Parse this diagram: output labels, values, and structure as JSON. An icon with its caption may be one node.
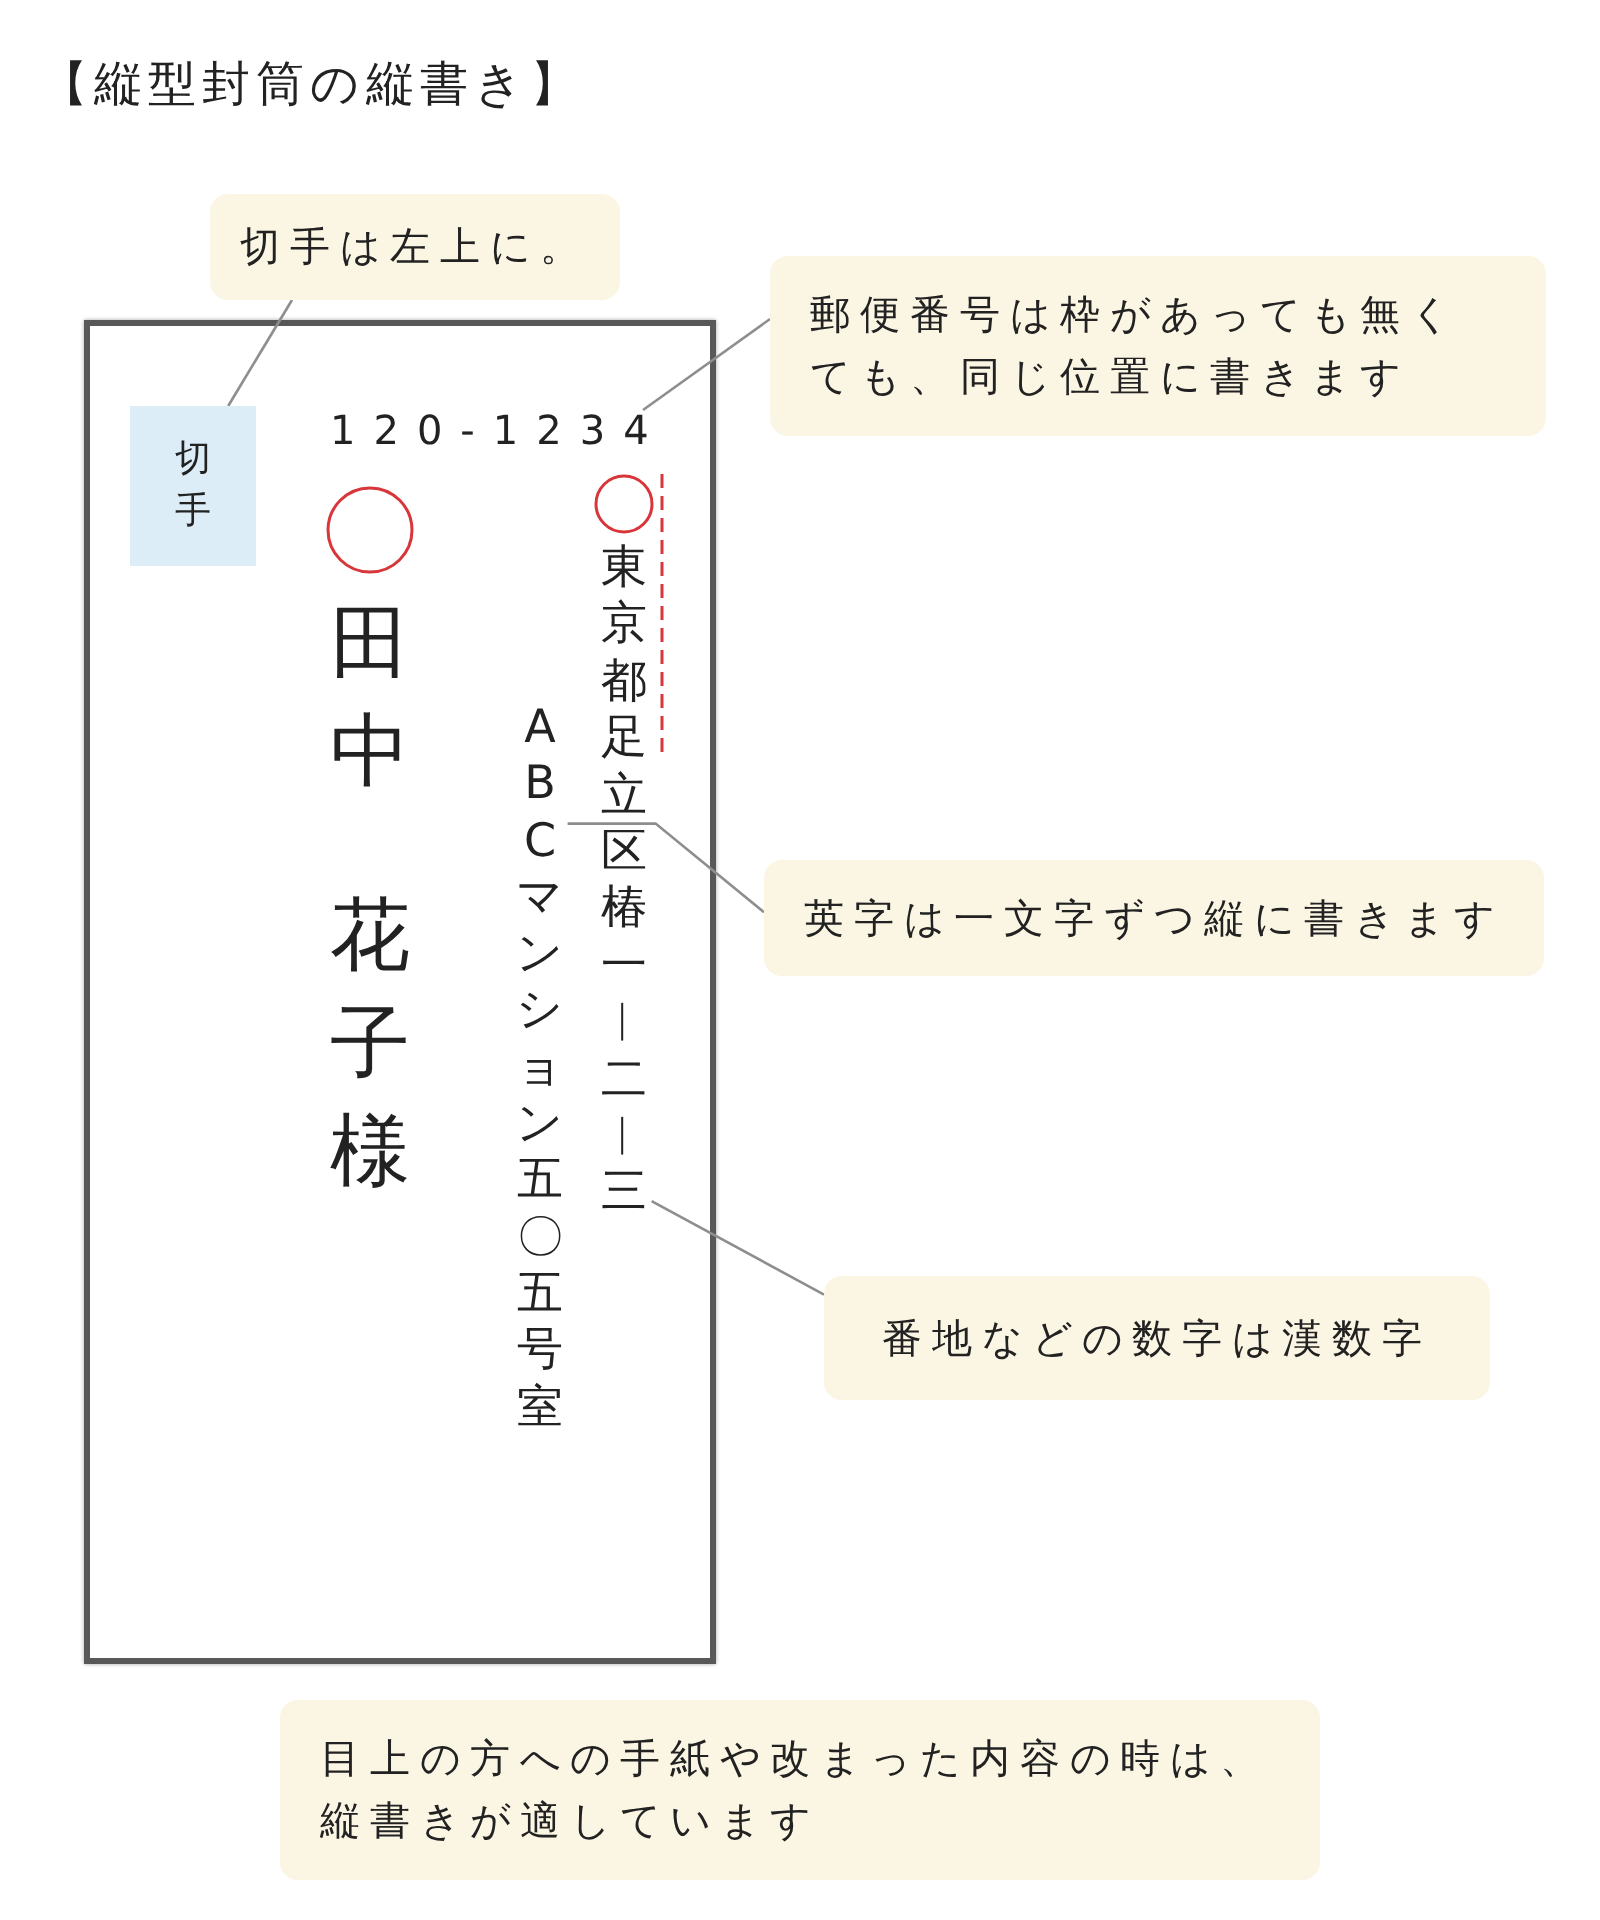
{
  "diagram": {
    "title": "【縦型封筒の縦書き】",
    "nodes": [
      {
        "text": [
          "切手は左上に。"
        ]
      },
      {
        "text": [
          "郵便番号は枠があっても無くても、同じ位置に書きます"
        ]
      },
      {
        "text": [],
        "shape": "box"
      },
      {
        "text": [
          "切手"
        ],
        "in": 2
      },
      {
        "text": [
          "120-1234"
        ],
        "in": 2
      },
      {
        "text": [
          "東京都足立区椿一︱二︱三"
        ],
        "in": 2
      },
      {
        "text": [
          "ABCマンション五〇五号室"
        ],
        "in": 2
      },
      {
        "text": [
          "英字は一文字ずつ縦に書きます"
        ]
      },
      {
        "text": [
          "番地などの数字は漢数字"
        ]
      },
      {
        "text": [
          "目上の方への手紙や改まった内容の時は、縦書きが適しています"
        ]
      }
    ],
    "edges": [
      {
        "from": 0,
        "to": 3,
        "arrow": "none"
      },
      {
        "from": 1,
        "to": 4,
        "arrow": "none"
      },
      {
        "from": 7,
        "to": 6,
        "arrow": "none"
      },
      {
        "from": 8,
        "to": 5,
        "arrow": "none"
      }
    ],
    "labels": [
      "田中",
      "花子様"
    ]
  }
}
